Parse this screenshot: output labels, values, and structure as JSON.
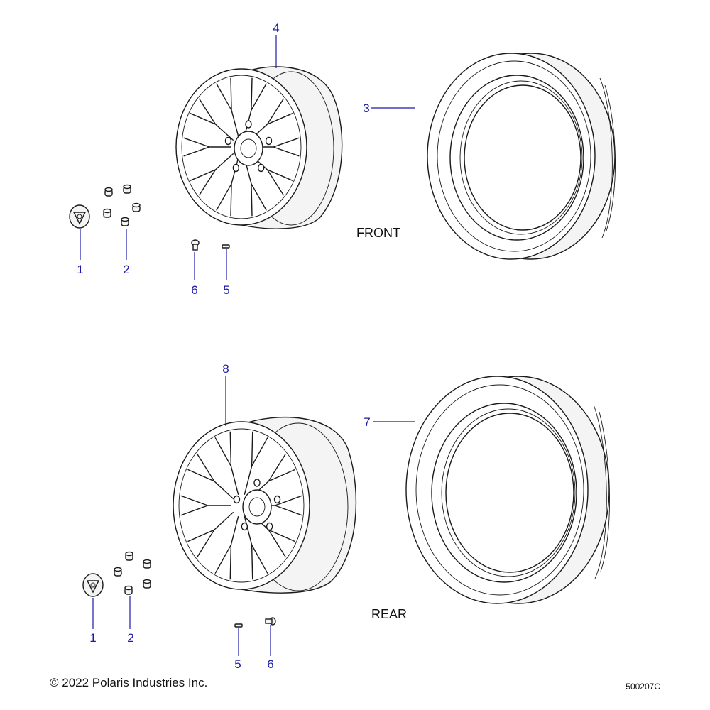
{
  "sections": {
    "front": "FRONT",
    "rear": "REAR"
  },
  "callouts": {
    "front_cap": "1",
    "front_nut": "2",
    "front_tire": "3",
    "front_wheel": "4",
    "front_valve_cap": "5",
    "front_valve": "6",
    "rear_cap": "1",
    "rear_nut": "2",
    "rear_valve_cap": "5",
    "rear_valve": "6",
    "rear_tire": "7",
    "rear_wheel": "8"
  },
  "footer": {
    "copyright": "© 2022 Polaris Industries Inc.",
    "drawing_number": "500207C"
  }
}
